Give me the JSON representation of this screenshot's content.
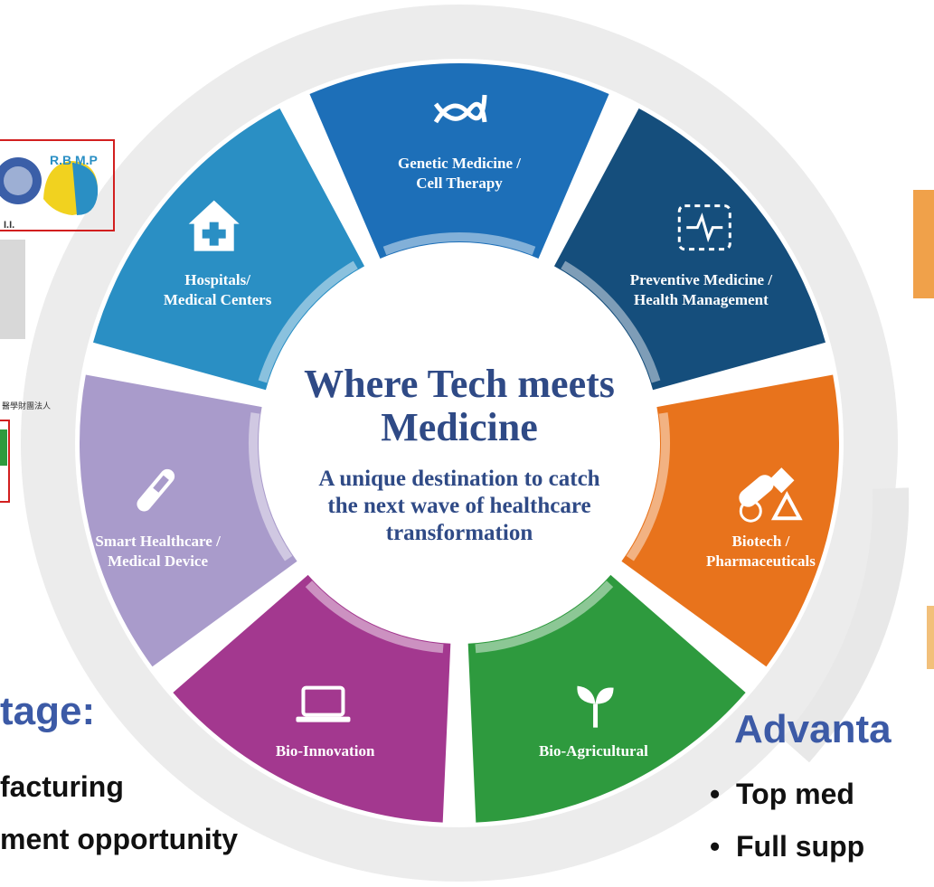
{
  "center": {
    "title_line1": "Where Tech meets",
    "title_line2": "Medicine",
    "subtitle_line1": "A unique destination to catch",
    "subtitle_line2": "the next wave of healthcare",
    "subtitle_line3": "transformation"
  },
  "segments": [
    {
      "line1": "Genetic Medicine /",
      "line2": "Cell Therapy",
      "color": "#1d6fb8",
      "icon": "dna-icon"
    },
    {
      "line1": "Preventive Medicine /",
      "line2": "Health Management",
      "color": "#154e7c",
      "icon": "heartbeat-monitor-icon"
    },
    {
      "line1": "Biotech /",
      "line2": "Pharmaceuticals",
      "color": "#e8731c",
      "icon": "pills-icon"
    },
    {
      "line1": "Bio-Agricultural",
      "line2": "",
      "color": "#2e9a3e",
      "icon": "sprout-icon"
    },
    {
      "line1": "Bio-Innovation",
      "line2": "",
      "color": "#a3388f",
      "icon": "laptop-icon"
    },
    {
      "line1": "Smart Healthcare /",
      "line2": "Medical Device",
      "color": "#a99bcb",
      "icon": "thermometer-icon"
    },
    {
      "line1": "Hospitals/",
      "line2": "Medical Centers",
      "color": "#2a8fc4",
      "icon": "hospital-icon"
    }
  ],
  "left_panel": {
    "title": "tage:",
    "lines": [
      "facturing",
      "ment opportunity"
    ]
  },
  "right_panel": {
    "title": "Advanta",
    "bullets": [
      "Top med",
      "Full supp"
    ]
  },
  "logos": {
    "rbmp_text": "R.B.M.P",
    "small_logo_text": "I.I.",
    "foundation_text": "醫學財團法人"
  }
}
